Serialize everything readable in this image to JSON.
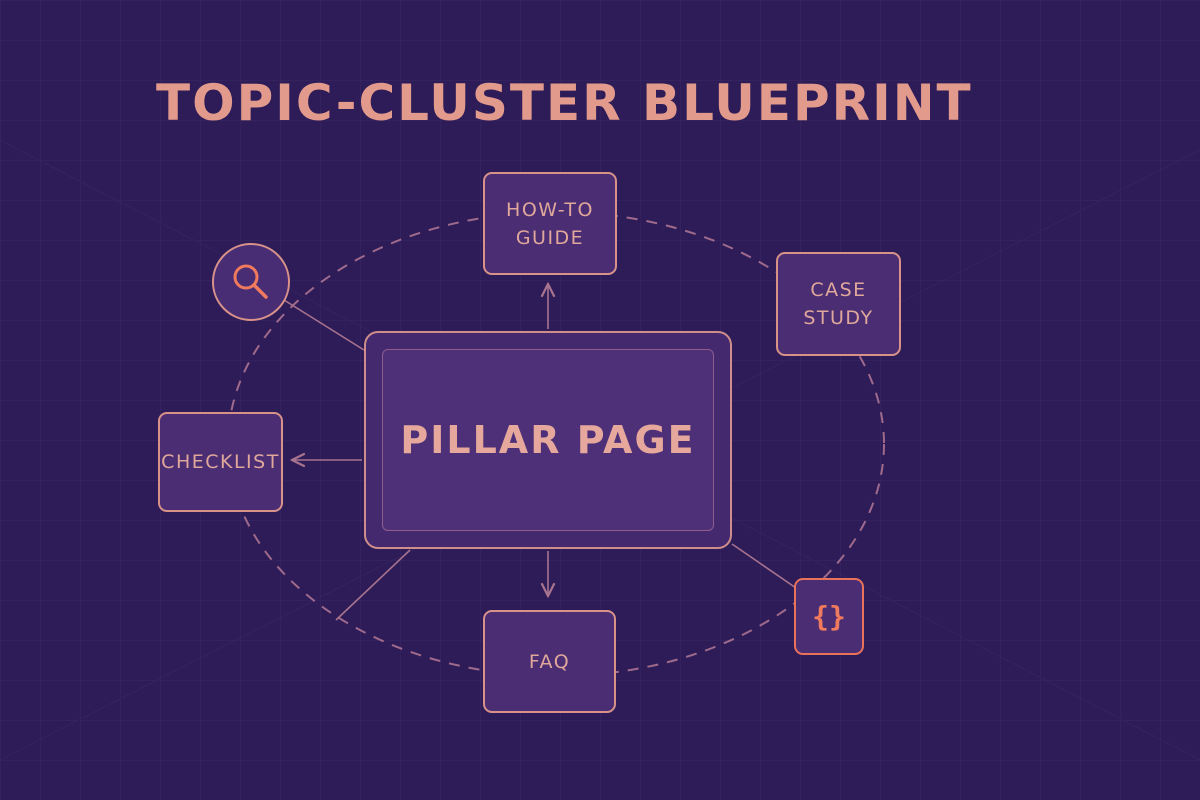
{
  "title": "TOPIC-CLUSTER BLUEPRINT",
  "pillar": {
    "label": "PILLAR PAGE"
  },
  "nodes": {
    "how_to": "HOW-TO\nGUIDE",
    "case_study": "CASE\nSTUDY",
    "checklist": "CHECKLIST",
    "faq": "FAQ"
  },
  "icons": {
    "search": "search-icon",
    "code": "code-braces-icon",
    "code_glyph": "{}"
  },
  "colors": {
    "background": "#2d1c57",
    "node_fill": "#4a2d73",
    "accent": "#d8928a",
    "highlight": "#ef7a5e",
    "text": "#e29a8c"
  }
}
